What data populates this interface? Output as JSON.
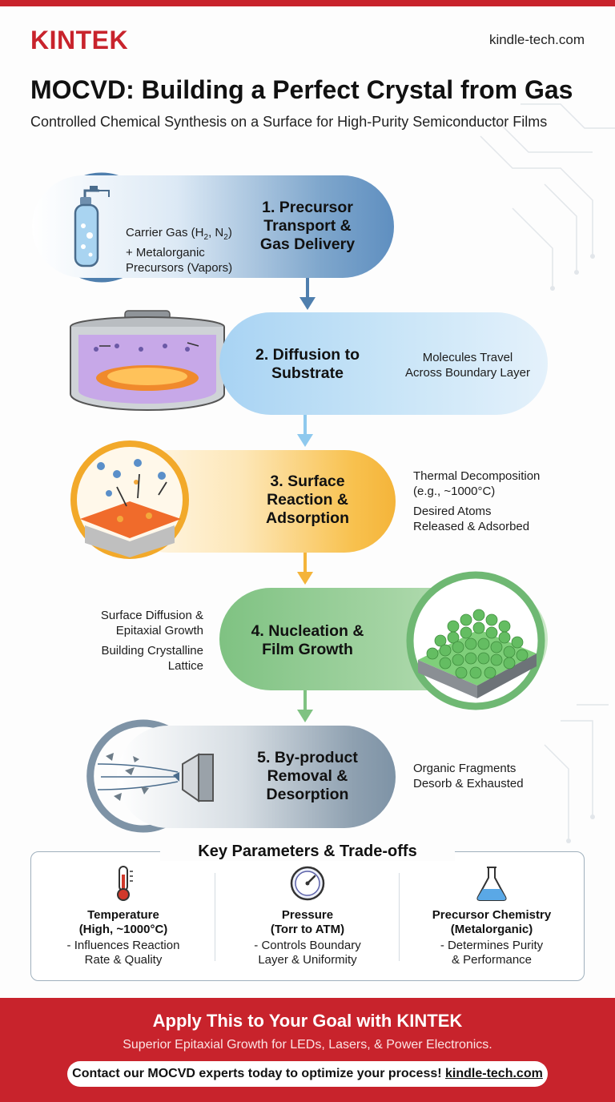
{
  "brand": {
    "logo": "KINTEK",
    "website": "kindle-tech.com"
  },
  "header": {
    "title": "MOCVD: Building a Perfect Crystal from Gas",
    "subtitle": "Controlled Chemical Synthesis on a Surface for High-Purity Semiconductor Films"
  },
  "steps": [
    {
      "title": "1. Precursor\nTransport &\nGas Delivery",
      "note_line1": "Carrier Gas (H",
      "note_sub1": "2",
      "note_sep": ", N",
      "note_sub2": "2",
      "note_close": ")",
      "note_rest": "+ Metalorganic\nPrecursors (Vapors)",
      "icon": "gas-cylinder-icon",
      "color": "#5f8fc0"
    },
    {
      "title": "2. Diffusion to\nSubstrate",
      "note": "Molecules Travel\nAcross Boundary Layer",
      "icon": "reactor-chamber-icon",
      "color": "#8ec9ee"
    },
    {
      "title": "3. Surface\nReaction &\nAdsorption",
      "note_a": "Thermal Decomposition\n(e.g., ~1000°C)",
      "note_b": "Desired Atoms\nReleased & Adsorbed",
      "icon": "surface-reaction-icon",
      "color": "#f4b43a"
    },
    {
      "title": "4. Nucleation &\nFilm Growth",
      "note_a": "Surface Diffusion &\nEpitaxial Growth",
      "note_b": "Building Crystalline\nLattice",
      "icon": "crystal-lattice-icon",
      "color": "#7fc282"
    },
    {
      "title": "5. By-product\nRemoval &\nDesorption",
      "note": "Organic Fragments\nDesorb & Exhausted",
      "icon": "exhaust-funnel-icon",
      "color": "#7e93a6"
    }
  ],
  "parameters": {
    "title": "Key Parameters & Trade-offs",
    "items": [
      {
        "name": "Temperature\n(High, ~1000°C)",
        "desc": "- Influences Reaction\nRate & Quality",
        "icon": "thermometer-icon"
      },
      {
        "name": "Pressure\n(Torr to ATM)",
        "desc": "- Controls Boundary\nLayer & Uniformity",
        "icon": "pressure-gauge-icon"
      },
      {
        "name": "Precursor Chemistry\n(Metalorganic)",
        "desc": "- Determines Purity\n& Performance",
        "icon": "flask-icon"
      }
    ]
  },
  "footer": {
    "headline": "Apply This to Your Goal with KINTEK",
    "subline": "Superior Epitaxial Growth for LEDs, Lasers, & Power Electronics.",
    "cta_text": "Contact our MOCVD experts today to optimize your process! ",
    "cta_link": "kindle-tech.com"
  },
  "colors": {
    "brand_red": "#c8232c"
  }
}
